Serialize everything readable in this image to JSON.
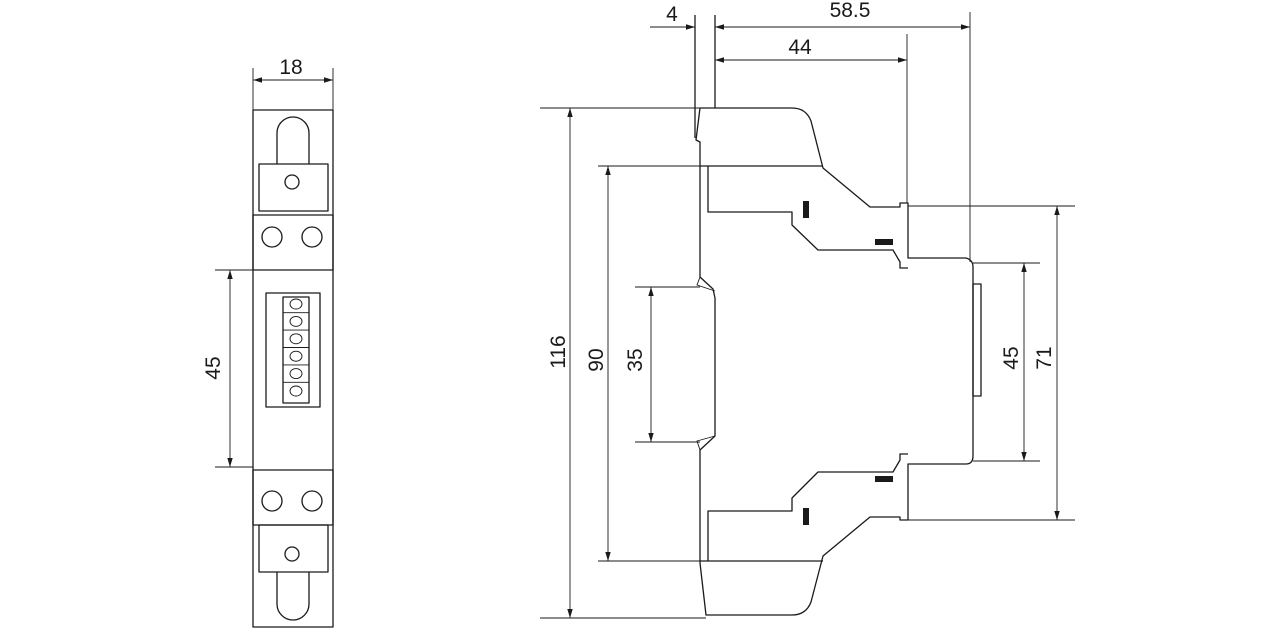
{
  "colors": {
    "line": "#1a1a1a",
    "background": "#ffffff"
  },
  "front_view": {
    "width_dim": "18",
    "terminal_pitch_dim": "45"
  },
  "side_view": {
    "rail_offset_dim": "4",
    "overall_depth_dim": "58.5",
    "body_depth_dim": "44",
    "overall_height_dim": "116",
    "body_height_dim": "90",
    "rail_height_dim": "35",
    "front_height_dim": "45",
    "shoulder_height_dim": "71"
  }
}
